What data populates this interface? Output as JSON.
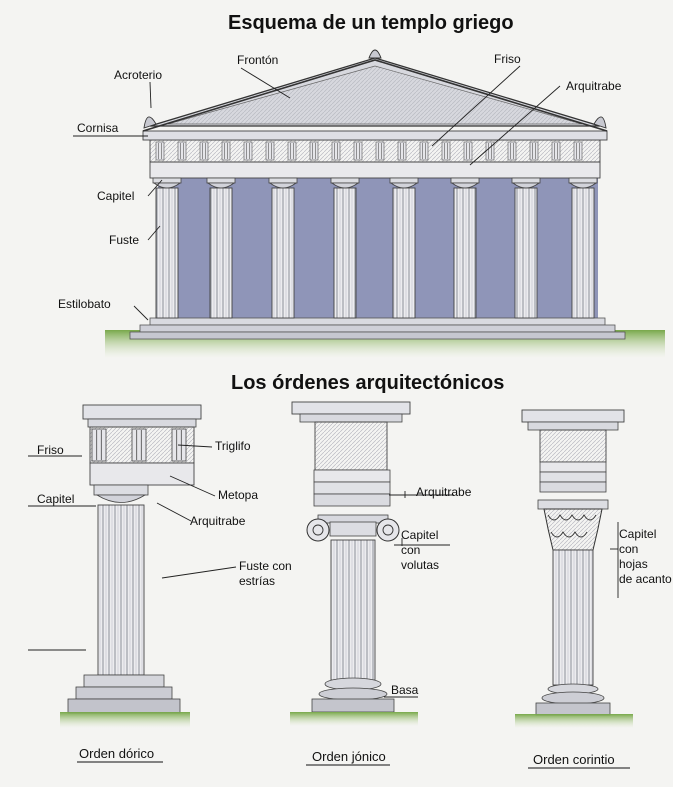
{
  "titles": {
    "main": "Esquema de un templo griego",
    "orders": "Los órdenes arquitectónicos"
  },
  "temple_labels": {
    "fronton": "Frontón",
    "friso": "Friso",
    "acroterio": "Acroterio",
    "arquitrabe": "Arquitrabe",
    "cornisa": "Cornisa",
    "capitel": "Capitel",
    "fuste": "Fuste",
    "estilobato": "Estilobato"
  },
  "doric_labels": {
    "friso": "Friso",
    "triglifo": "Triglifo",
    "capitel": "Capitel",
    "metopa": "Metopa",
    "arquitrabe": "Arquitrabe",
    "fuste_line1": "Fuste con",
    "fuste_line2": "estrías"
  },
  "ionic_labels": {
    "arquitrabe": "Arquitrabe",
    "capitel_line1": "Capitel",
    "capitel_line2": "con",
    "capitel_line3": "volutas",
    "basa": "Basa"
  },
  "corinthian_labels": {
    "capitel_line1": "Capitel",
    "capitel_line2": "con",
    "capitel_line3": "hojas",
    "capitel_line4": "de acanto"
  },
  "order_names": {
    "doric": "Orden dórico",
    "ionic": "Orden jónico",
    "corinthian": "Orden corintio"
  },
  "colors": {
    "stone": "#e6e6e8",
    "stone_shadow": "#8c8f99",
    "ink": "#222222",
    "wall": "#8f95b8",
    "grass": "#5f8f3a",
    "ghost_text": "#9aa0ab"
  }
}
